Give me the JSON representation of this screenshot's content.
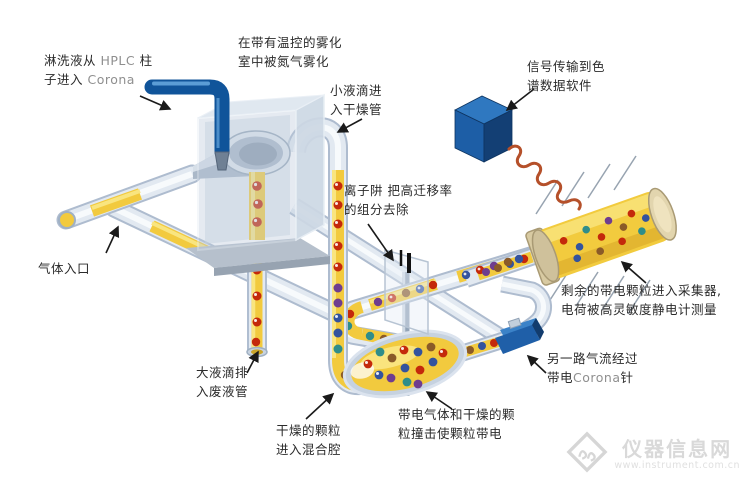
{
  "colors": {
    "pipe_blue": "#10549a",
    "tube_gray": "#aebccf",
    "fluid_yellow": "#f2ca3e",
    "droplet_red": "#c4290b",
    "dot_blue": "#33539e",
    "dot_teal": "#2f8d8a",
    "dot_purple": "#6f3d8f",
    "dot_brown": "#8a5a28",
    "wire_red": "#b5502a",
    "cube_blue": "#1d5ea6",
    "label_text": "#2b2b2b",
    "latin_text": "#8f8f8f"
  },
  "labels": {
    "eluent": {
      "l1a": "淋洗液从 ",
      "l1b": "HPLC",
      "l1c": " 柱",
      "l2a": "子进入 ",
      "l2b": "Corona"
    },
    "nebulize": "在带有温控的雾化\n室中被氮气雾化",
    "droplets": "小液滴进\n入干燥管",
    "signal": "信号传输到色\n谱数据软件",
    "ion_trap": "离子阱 把高迁移率\n的组分去除",
    "gas_inlet": "气体入口",
    "waste": "大液滴排\n入废液管",
    "dried": "干燥的颗粒\n进入混合腔",
    "charging": "带电气体和干燥的颗\n粒撞击使颗粒带电",
    "collector": "剩余的带电颗粒进入采集器,\n电荷被高灵敏度静电计测量",
    "corona": {
      "l1": "另一路气流经过",
      "l2a": "带电",
      "l2b": "Corona",
      "l2c": "针"
    }
  },
  "watermark": {
    "site_name": "仪器信息网",
    "site_url": "www.instrument.com.cn"
  }
}
